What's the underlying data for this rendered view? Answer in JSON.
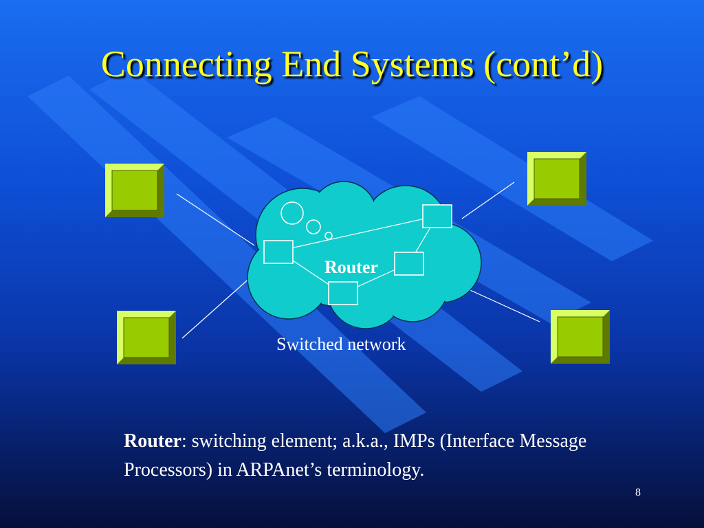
{
  "slide": {
    "title": "Connecting End Systems (cont’d)",
    "page_number": "8"
  },
  "diagram": {
    "router_label": "Router",
    "network_label": "Switched network",
    "end_system_color": "#99cc00",
    "cloud_color": "#11cccc"
  },
  "definition": {
    "term": "Router",
    "text": ": switching element; a.k.a., IMPs (Interface Message Processors) in ARPAnet’s terminology."
  }
}
